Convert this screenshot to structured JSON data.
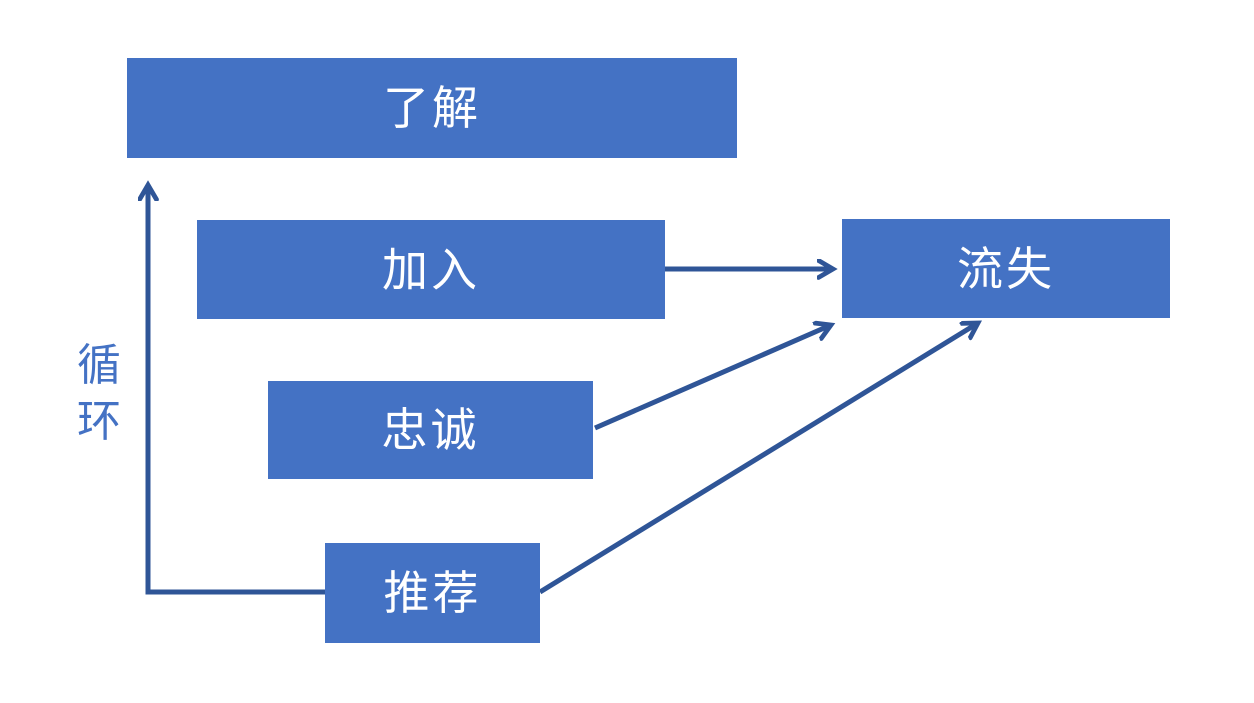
{
  "diagram": {
    "nodes": [
      {
        "id": "understand",
        "label": "了解"
      },
      {
        "id": "join",
        "label": "加入"
      },
      {
        "id": "churn",
        "label": "流失"
      },
      {
        "id": "loyalty",
        "label": "忠诚"
      },
      {
        "id": "recommend",
        "label": "推荐"
      }
    ],
    "side_label": {
      "text": "循环",
      "chars": [
        "循",
        "环"
      ]
    },
    "edges": [
      {
        "from": "加入",
        "to": "流失",
        "style": "straight-arrow"
      },
      {
        "from": "忠诚",
        "to": "流失",
        "style": "straight-arrow"
      },
      {
        "from": "推荐",
        "to": "流失",
        "style": "straight-arrow"
      },
      {
        "from": "推荐",
        "to": "了解",
        "style": "elbow-arrow"
      }
    ],
    "colors": {
      "node_fill": "#4472C4",
      "node_text": "#FFFFFF",
      "arrow": "#2F5597",
      "side_label": "#4472C4",
      "background": "#FFFFFF"
    }
  }
}
